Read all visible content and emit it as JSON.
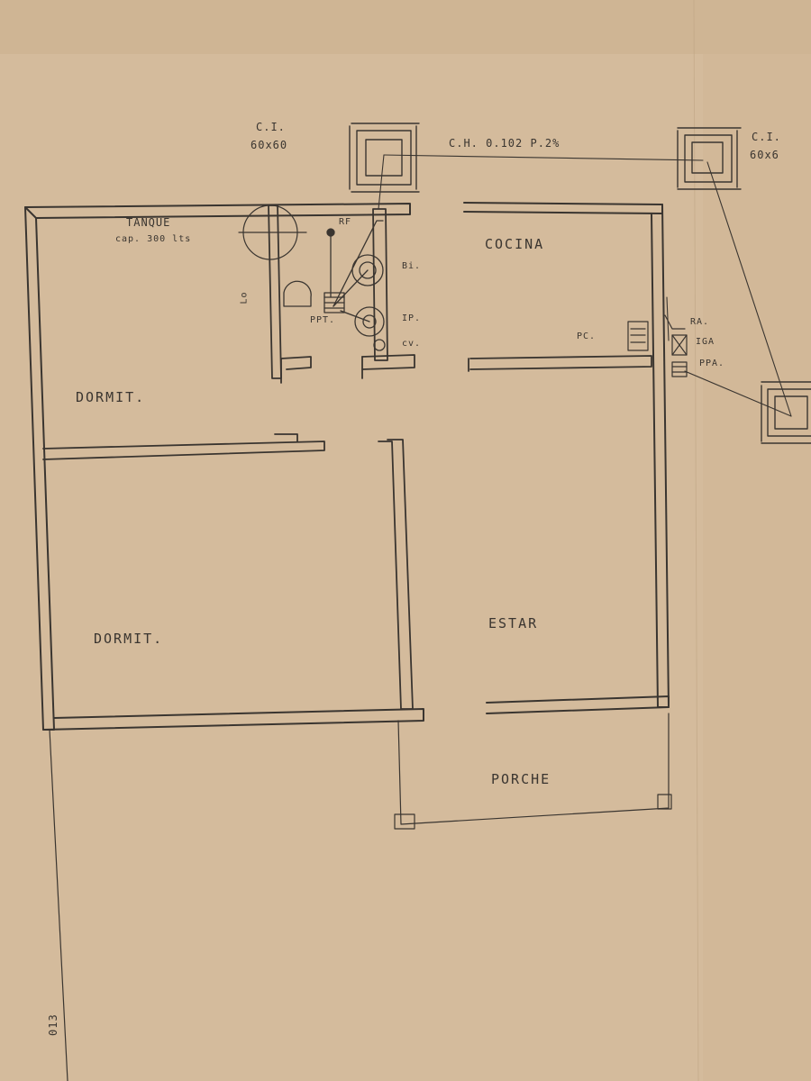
{
  "rooms": {
    "dormit_1": "DORMIT.",
    "dormit_2": "DORMIT.",
    "cocina": "COCINA",
    "estar": "ESTAR",
    "porche": "PORCHE"
  },
  "fixtures": {
    "tanque_line1": "TANQUE",
    "tanque_line2": "cap. 300 lts",
    "rf": "RF",
    "bi": "Bi.",
    "ppt": "PPT.",
    "ip": "IP.",
    "lo": "Lo",
    "cv": "cv.",
    "pc": "PC.",
    "ra": "RA.",
    "iga": "IGA",
    "ppa": "PPA."
  },
  "chambers": {
    "ci_left_line1": "C.I.",
    "ci_left_line2": "60x60",
    "ci_right_line1": "C.I.",
    "ci_right_line2": "60x6"
  },
  "pipe": {
    "label": "C.H. 0.102 P.2%"
  },
  "margin": {
    "number": "013"
  },
  "colors": {
    "paper": "#d4bb9c",
    "ink": "#3a3530"
  }
}
